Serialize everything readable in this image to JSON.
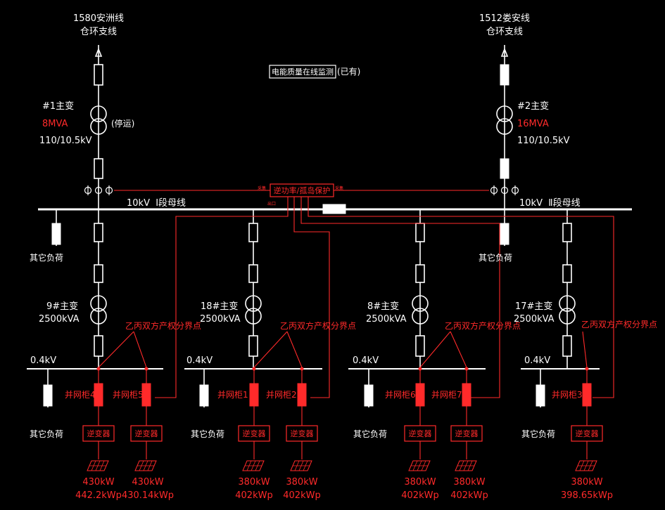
{
  "colors": {
    "background": "#000000",
    "line": "#ffffff",
    "accent": "#ff2a2a"
  },
  "lines": {
    "left_name": "1580安洲线",
    "left_sub": "仓环支线",
    "right_name": "1512娄安线",
    "right_sub": "仓环支线"
  },
  "monitor": {
    "label": "电能质量在线监测",
    "note": "(已有)"
  },
  "main_transformers": [
    {
      "name": "#1主变",
      "rating": "8MVA",
      "ratio": "110/10.5kV",
      "status": "(停运)"
    },
    {
      "name": "#2主变",
      "rating": "16MVA",
      "ratio": "110/10.5kV"
    }
  ],
  "protection": {
    "label": "逆功率/孤岛保护",
    "small_left_1": "采集",
    "small_left_2": "出口",
    "small_right": "采集"
  },
  "bus_10kv": {
    "left_label": "10kV  Ⅰ段母线",
    "right_label": "10kV  Ⅱ段母线"
  },
  "other_load": "其它负荷",
  "boundary": "乙丙双方产权分界点",
  "bus_04kv": "0.4kV",
  "inverter": "逆变器",
  "transformers": [
    {
      "name": "9#主变",
      "rating": "2500kVA"
    },
    {
      "name": "18#主变",
      "rating": "2500kVA"
    },
    {
      "name": "8#主变",
      "rating": "2500kVA"
    },
    {
      "name": "17#主变",
      "rating": "2500kVA"
    }
  ],
  "cabinets": [
    {
      "label": "并网柜4",
      "power": "430kW",
      "peak": "442.2kWp"
    },
    {
      "label": "并网柜5",
      "power": "430kW",
      "peak": "430.14kWp"
    },
    {
      "label": "并网柜1",
      "power": "380kW",
      "peak": "402kWp"
    },
    {
      "label": "并网柜2",
      "power": "380kW",
      "peak": "402kWp"
    },
    {
      "label": "并网柜6",
      "power": "380kW",
      "peak": "402kWp"
    },
    {
      "label": "并网柜7",
      "power": "380kW",
      "peak": "402kWp"
    },
    {
      "label": "并网柜3",
      "power": "380kW",
      "peak": "398.65kWp"
    }
  ]
}
